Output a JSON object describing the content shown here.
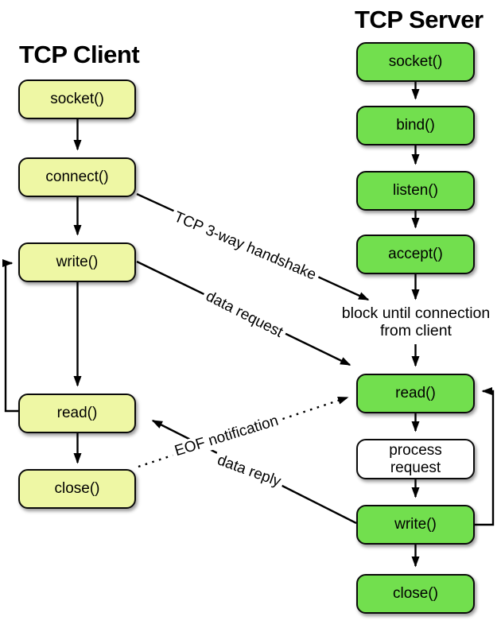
{
  "colors": {
    "background": "#ffffff",
    "client_fill": "#eef7a4",
    "server_fill": "#72df4e",
    "process_fill": "#ffffff",
    "stroke": "#000000"
  },
  "client": {
    "title": "TCP Client",
    "nodes": [
      "socket()",
      "connect()",
      "write()",
      "read()",
      "close()"
    ]
  },
  "server": {
    "title": "TCP Server",
    "nodes": [
      "socket()",
      "bind()",
      "listen()",
      "accept()",
      "read()",
      "process request",
      "write()",
      "close()"
    ],
    "block_note_line1": "block until connection",
    "block_note_line2": "from client"
  },
  "annotations": {
    "handshake": "TCP 3-way handshake",
    "data_request": "data request",
    "eof_notification": "EOF notification",
    "data_reply": "data reply"
  }
}
